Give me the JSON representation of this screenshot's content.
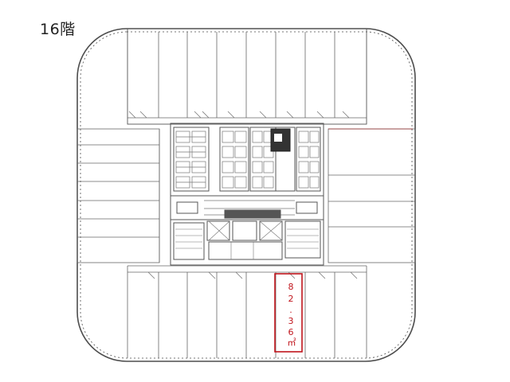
{
  "floor": {
    "label": "16階"
  },
  "highlight_unit": {
    "area_chars": [
      "8",
      "2",
      ".",
      "3",
      "6",
      "㎡"
    ],
    "color": "#c0141c"
  },
  "plan_colors": {
    "wall": "#555555",
    "line": "#6b6b6b",
    "core": "#7a7a7a"
  }
}
